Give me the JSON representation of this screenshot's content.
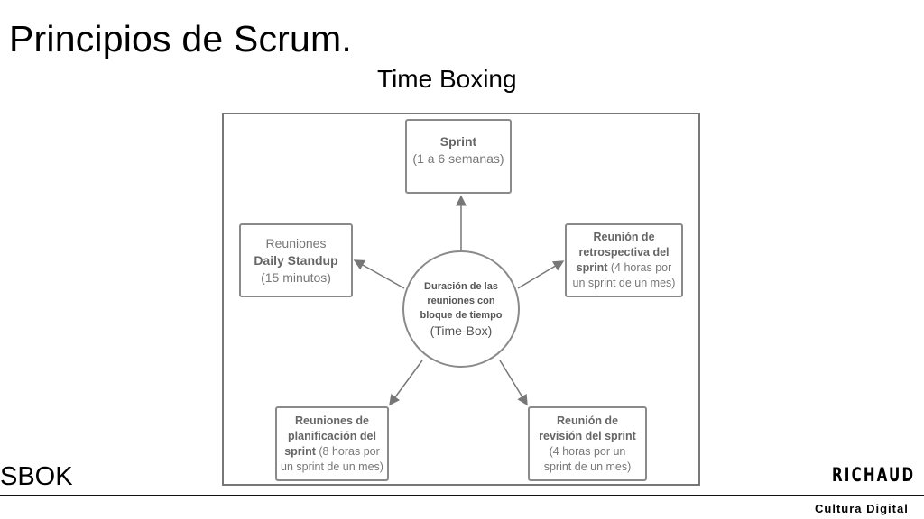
{
  "title": "Principios de Scrum.",
  "subtitle": "Time Boxing",
  "diagram": {
    "center": {
      "l1": "Duración de las",
      "l2": "reuniones con",
      "l3": "bloque de tiempo",
      "l4": "(Time-Box)"
    },
    "sprint": {
      "bold": "Sprint",
      "l2": "(1 a 6 semanas)"
    },
    "daily": {
      "l1": "Reuniones",
      "bold": "Daily Standup",
      "l3": "(15 minutos)"
    },
    "retro": {
      "b1": "Reunión de",
      "b2": "retrospectiva del",
      "b3": "sprint",
      "t3": " (4 horas por",
      "l4": "un sprint de un mes)"
    },
    "planning": {
      "b1": "Reuniones de",
      "b2": "planificación del",
      "b3": "sprint",
      "t3": " (8 horas por",
      "l4": "un sprint de un mes)"
    },
    "review": {
      "b1": "Reunión de",
      "b2": "revisión del sprint",
      "l3": "(4 horas por un",
      "l4": "sprint de un mes)"
    }
  },
  "footer": {
    "source": "SBOK",
    "brand": "RICHAUD",
    "brand_sub": "Cultura Digital"
  }
}
